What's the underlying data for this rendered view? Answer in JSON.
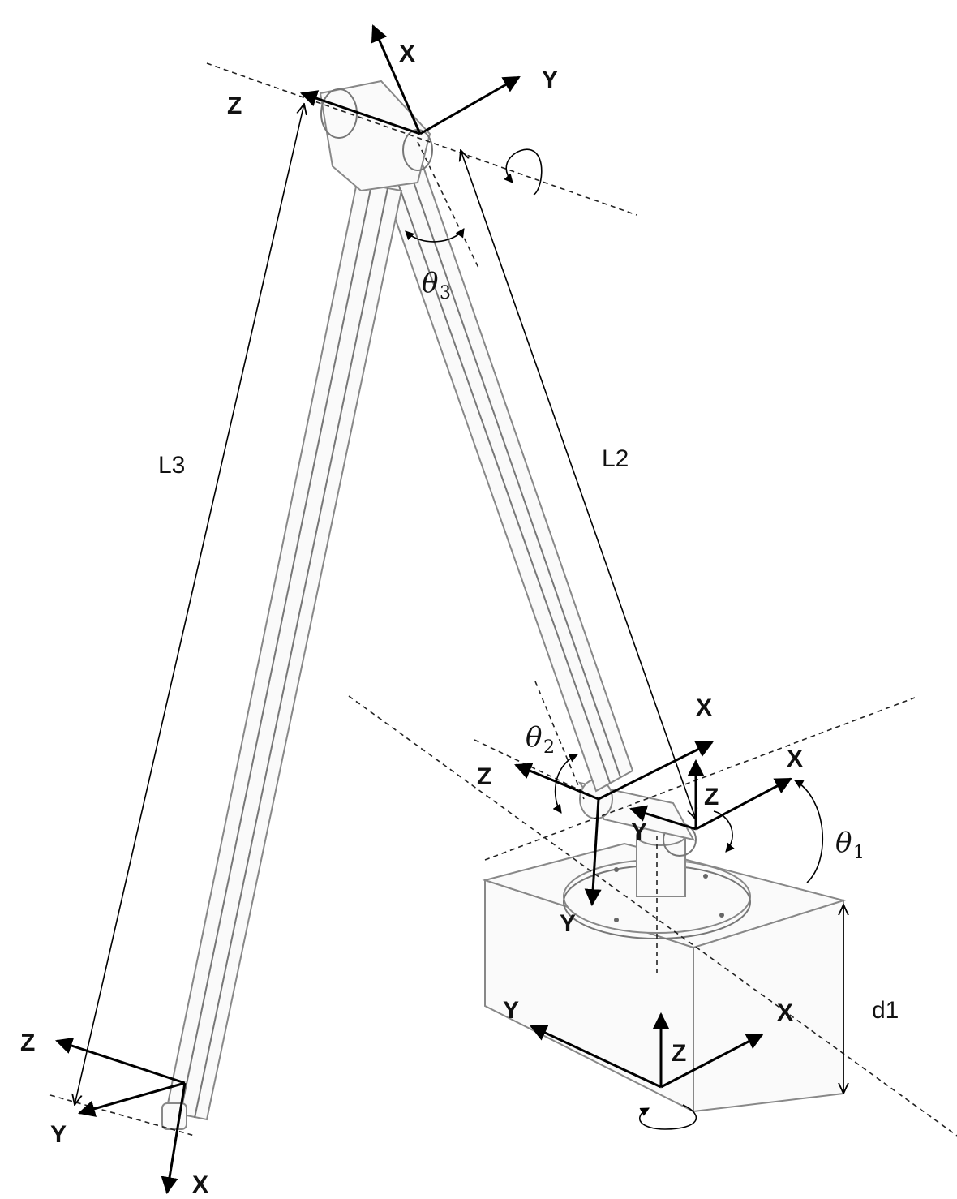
{
  "labels": {
    "top_x": "X",
    "top_y": "Y",
    "top_z": "Z",
    "theta3": "θ",
    "theta3_sub": "3",
    "l3": "L3",
    "l2": "L2",
    "joint2_x": "X",
    "joint2_z": "Z",
    "joint2_y": "Y",
    "theta2": "θ",
    "theta2_sub": "2",
    "joint1_x": "X",
    "joint1_z": "Z",
    "joint1_y": "Y",
    "theta1": "θ",
    "theta1_sub": "1",
    "base_x": "X",
    "base_y": "Y",
    "base_z": "Z",
    "d1": "d1",
    "end_z": "Z",
    "end_y": "Y",
    "end_x": "X"
  }
}
